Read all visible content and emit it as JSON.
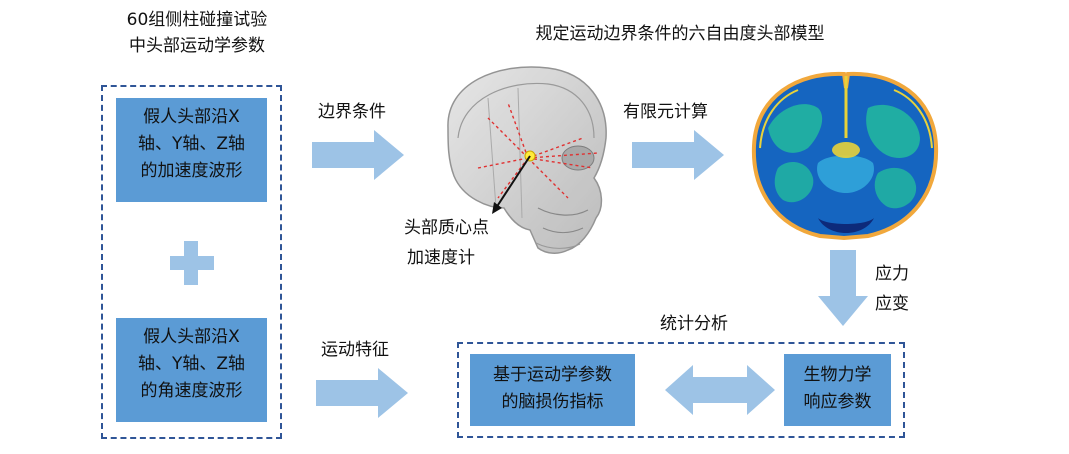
{
  "left_panel": {
    "title_line1": "60组侧柱碰撞试验",
    "title_line2": "中头部运动学参数",
    "box1": {
      "line1": "假人头部沿X",
      "line2": "轴、Y轴、Z轴",
      "line3": "的加速度波形"
    },
    "box2": {
      "line1": "假人头部沿X",
      "line2": "轴、Y轴、Z轴",
      "line3": "的角速度波形"
    }
  },
  "top_title": "规定运动边界条件的六自由度头部模型",
  "labels": {
    "boundary_conditions": "边界条件",
    "fem_calc": "有限元计算",
    "sensor_line1": "头部质心点",
    "sensor_line2": "加速度计",
    "stress_line1": "应力",
    "stress_line2": "应变",
    "kinematic_features": "运动特征",
    "statistical_analysis": "统计分析"
  },
  "bottom_panel": {
    "left_box": {
      "line1": "基于运动学参数",
      "line2": "的脑损伤指标"
    },
    "right_box": {
      "line1": "生物力学",
      "line2": "响应参数"
    }
  },
  "colors": {
    "arrow": "#9dc3e6",
    "box_fill": "#5b9bd5",
    "dashed_border": "#2f5597",
    "brain_base": "#1565c0",
    "brain_green": "#21b5a0",
    "brain_yellow": "#e8d23a",
    "brain_dark": "#0d2a7a"
  }
}
